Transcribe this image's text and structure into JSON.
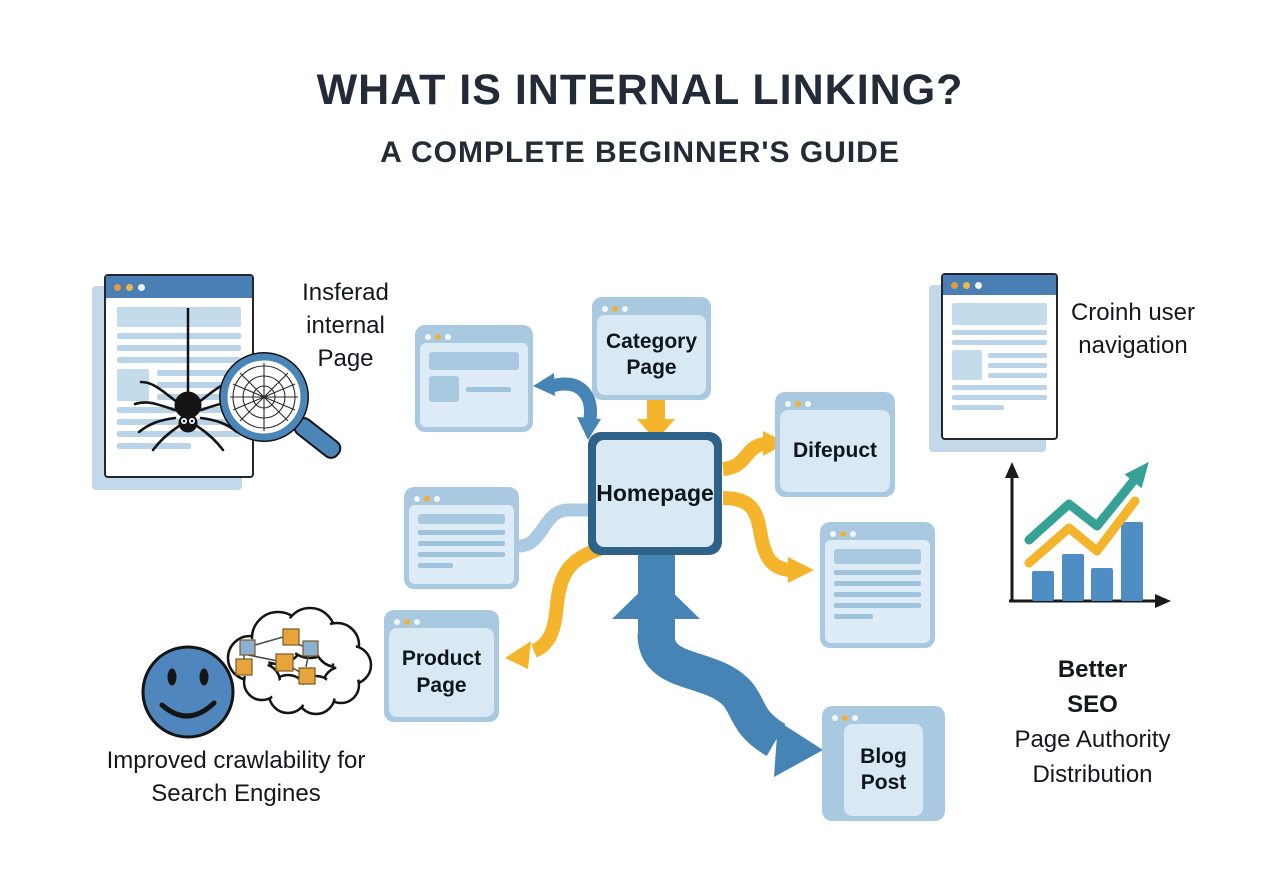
{
  "title": "WHAT IS INTERNAL LINKING?",
  "subtitle": "A COMPLETE BEGINNER'S GUIDE",
  "colors": {
    "accent_yellow": "#f4b42c",
    "arrow_blue": "#4584b4",
    "pale_blue": "#a9cae2",
    "box_fill": "#d9e9f4",
    "box_frame": "#a9c9e1",
    "homepage_frame": "#2e6288",
    "window_header_blue": "#4a7fb5",
    "chart_bar_blue": "#4e8ec4",
    "chart_teal": "#36a295",
    "smiley_blue": "#4e86bd",
    "ink": "#1c222b"
  },
  "left_illustration": {
    "caption_lines": [
      "Insferad",
      "internal",
      "Page"
    ]
  },
  "right_illustration": {
    "caption_lines": [
      "Croinh user",
      "navigation"
    ]
  },
  "benefit_left": {
    "caption_lines": [
      "Improved crawlability for",
      "Search Engines"
    ]
  },
  "benefit_right": {
    "lines": [
      "Better",
      "SEO",
      "Page Authority",
      "Distribution"
    ]
  },
  "diagram": {
    "nodes": [
      {
        "id": "category-page",
        "label": "Category Page"
      },
      {
        "id": "homepage",
        "label": "Homepage"
      },
      {
        "id": "difepuct",
        "label": "Difepuct"
      },
      {
        "id": "product-page",
        "label": "Product Page"
      },
      {
        "id": "blog-post",
        "label": "Blog Post"
      }
    ]
  },
  "chart_data": {
    "type": "bar",
    "title": "Page Authority Distribution (decorative growth chart)",
    "categories": [
      "",
      "",
      "",
      ""
    ],
    "series": [
      {
        "name": "authority-bars",
        "type": "bar",
        "values": [
          30,
          47,
          33,
          79
        ]
      },
      {
        "name": "trend-yellow",
        "type": "line",
        "values": [
          38,
          73,
          50,
          100
        ]
      },
      {
        "name": "trend-teal-arrow",
        "type": "line",
        "values": [
          61,
          97,
          75,
          122
        ],
        "arrowhead": true
      }
    ],
    "xlabel": "",
    "ylabel": "",
    "axes": {
      "x_visible": true,
      "y_visible": true,
      "tick_labels": false
    },
    "unit": "relative height, px above baseline"
  }
}
